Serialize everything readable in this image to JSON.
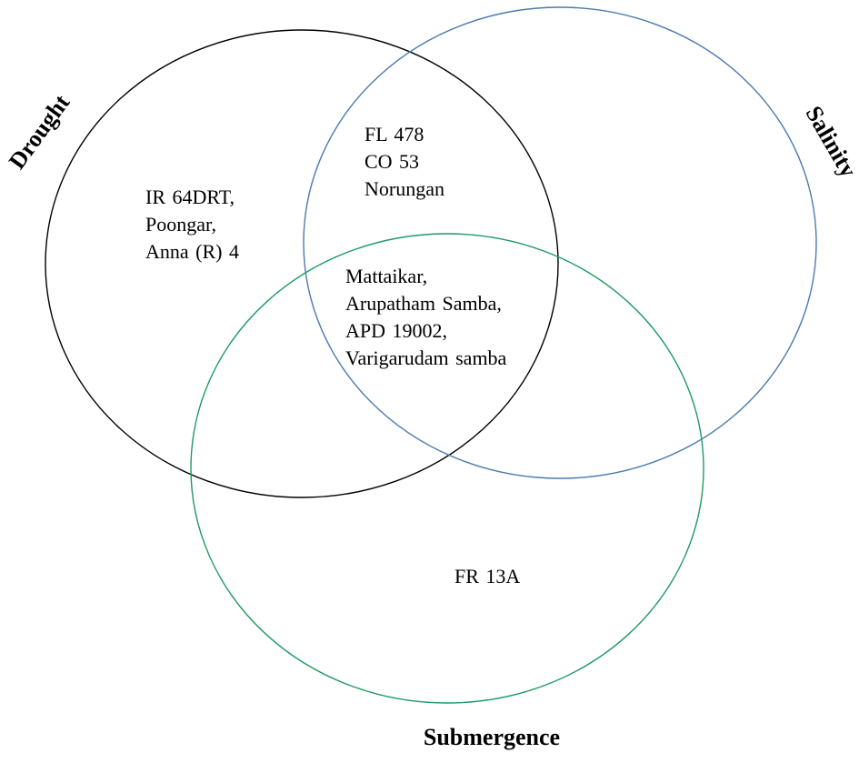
{
  "sets": [
    {
      "id": "drought",
      "label": "Drought",
      "color": "#000000"
    },
    {
      "id": "salinity",
      "label": "Salinity",
      "color": "#4a7ab0"
    },
    {
      "id": "submergence",
      "label": "Submergence",
      "color": "#1e9a62"
    }
  ],
  "regions": [
    {
      "id": "drought-only",
      "sets": [
        "drought"
      ],
      "lines": [
        "IR 64DRT,",
        "Poongar,",
        "Anna (R) 4"
      ]
    },
    {
      "id": "drought-salinity",
      "sets": [
        "drought",
        "salinity"
      ],
      "lines": [
        "FL 478",
        "CO 53",
        "Norungan"
      ]
    },
    {
      "id": "drought-salinity-submergence",
      "sets": [
        "drought",
        "salinity",
        "submergence"
      ],
      "lines": [
        "Mattaikar,",
        "Arupatham Samba,",
        "APD 19002,",
        "Varigarudam samba"
      ]
    },
    {
      "id": "submergence-only",
      "sets": [
        "submergence"
      ],
      "lines": [
        "FR 13A"
      ]
    }
  ]
}
